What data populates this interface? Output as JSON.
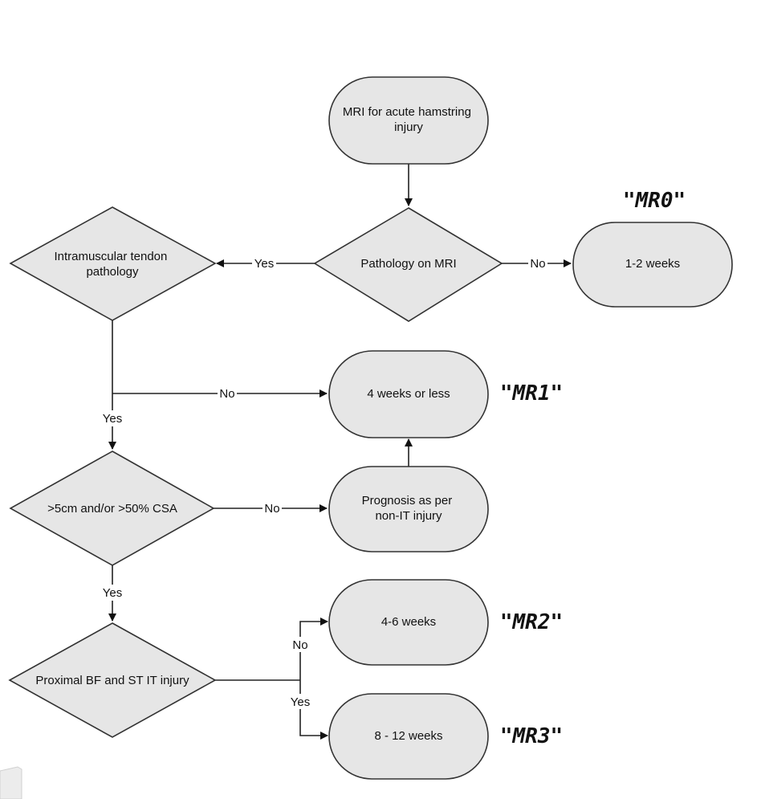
{
  "nodes": {
    "mri_start": {
      "line1": "MRI for acute hamstring",
      "line2": "injury"
    },
    "pathology_decision": {
      "label": "Pathology on MRI"
    },
    "mr0_outcome": {
      "label": "1-2 weeks"
    },
    "it_pathology_decision": {
      "line1": "Intramuscular tendon",
      "line2": "pathology"
    },
    "mr1_outcome": {
      "label": "4 weeks or less"
    },
    "size_decision": {
      "label": ">5cm and/or >50% CSA"
    },
    "non_it_prognosis": {
      "line1": "Prognosis as per",
      "line2": "non-IT injury"
    },
    "proximal_decision": {
      "label": "Proximal BF and ST IT injury"
    },
    "mr2_outcome": {
      "label": "4-6 weeks"
    },
    "mr3_outcome": {
      "label": "8 - 12 weeks"
    }
  },
  "categories": {
    "mr0": "\"MR0\"",
    "mr1": "\"MR1\"",
    "mr2": "\"MR2\"",
    "mr3": "\"MR3\""
  },
  "edges": {
    "pathology_yes": "Yes",
    "pathology_no": "No",
    "it_no": "No",
    "it_yes": "Yes",
    "size_no": "No",
    "size_yes": "Yes",
    "proximal_no": "No",
    "proximal_yes": "Yes"
  },
  "colors": {
    "node_fill": "#e6e6e6",
    "stroke": "#333333"
  }
}
